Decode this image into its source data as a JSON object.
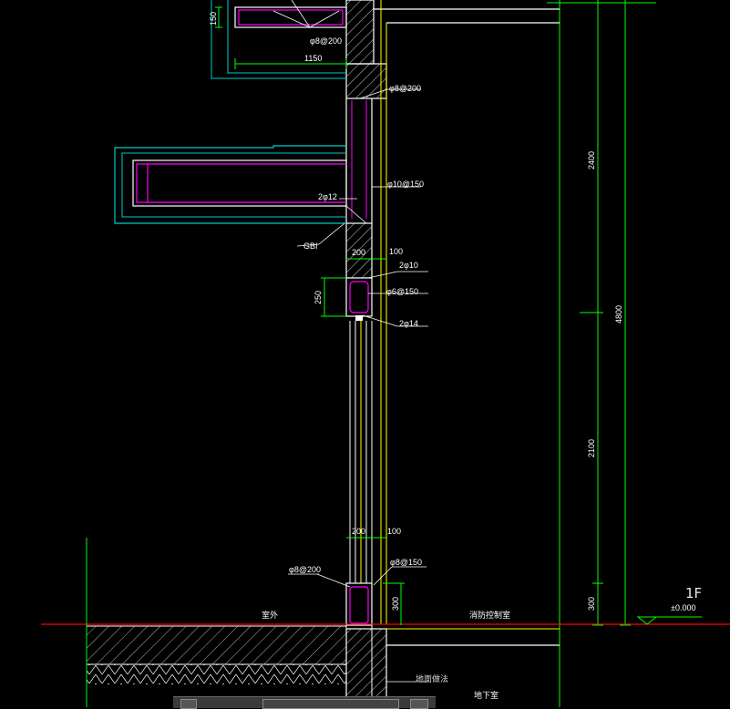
{
  "drawing": {
    "colors": {
      "background": "#000000",
      "concrete": "#ffffff",
      "wall_yellow": "#ffff00",
      "rebar_magenta": "#ff00ff",
      "dimension_green": "#00ff00",
      "outline_cyan": "#00cccc",
      "grade_red": "#ff0000"
    },
    "dims": {
      "top_150": "150",
      "top_1150": "1150",
      "bot_200": "200",
      "bot_100": "100",
      "col_200": "200",
      "col_100": "100",
      "beam_250": "250",
      "ground_300": "300",
      "right_2400": "2400",
      "right_2100": "2100",
      "right_300": "300",
      "total_4800": "4800"
    },
    "rebar_labels": {
      "slab_top": "φ8@200",
      "slab_stirrup": "φ8@200",
      "wall_vertical": "φ10@150",
      "wall_horizontal": "2φ12",
      "lintel_label": "GBI",
      "beam_top": "2φ10",
      "beam_stirrup": "φ6@150",
      "beam_bottom": "2φ14",
      "base_left": "φ8@200",
      "base_right": "φ8@150"
    },
    "room_labels": {
      "outdoor": "室外",
      "fire_control_room": "消防控制室",
      "underground": "地下室",
      "floor_finish": "地面做法"
    },
    "level": {
      "floor": "1F",
      "elevation": "±0.000"
    }
  }
}
